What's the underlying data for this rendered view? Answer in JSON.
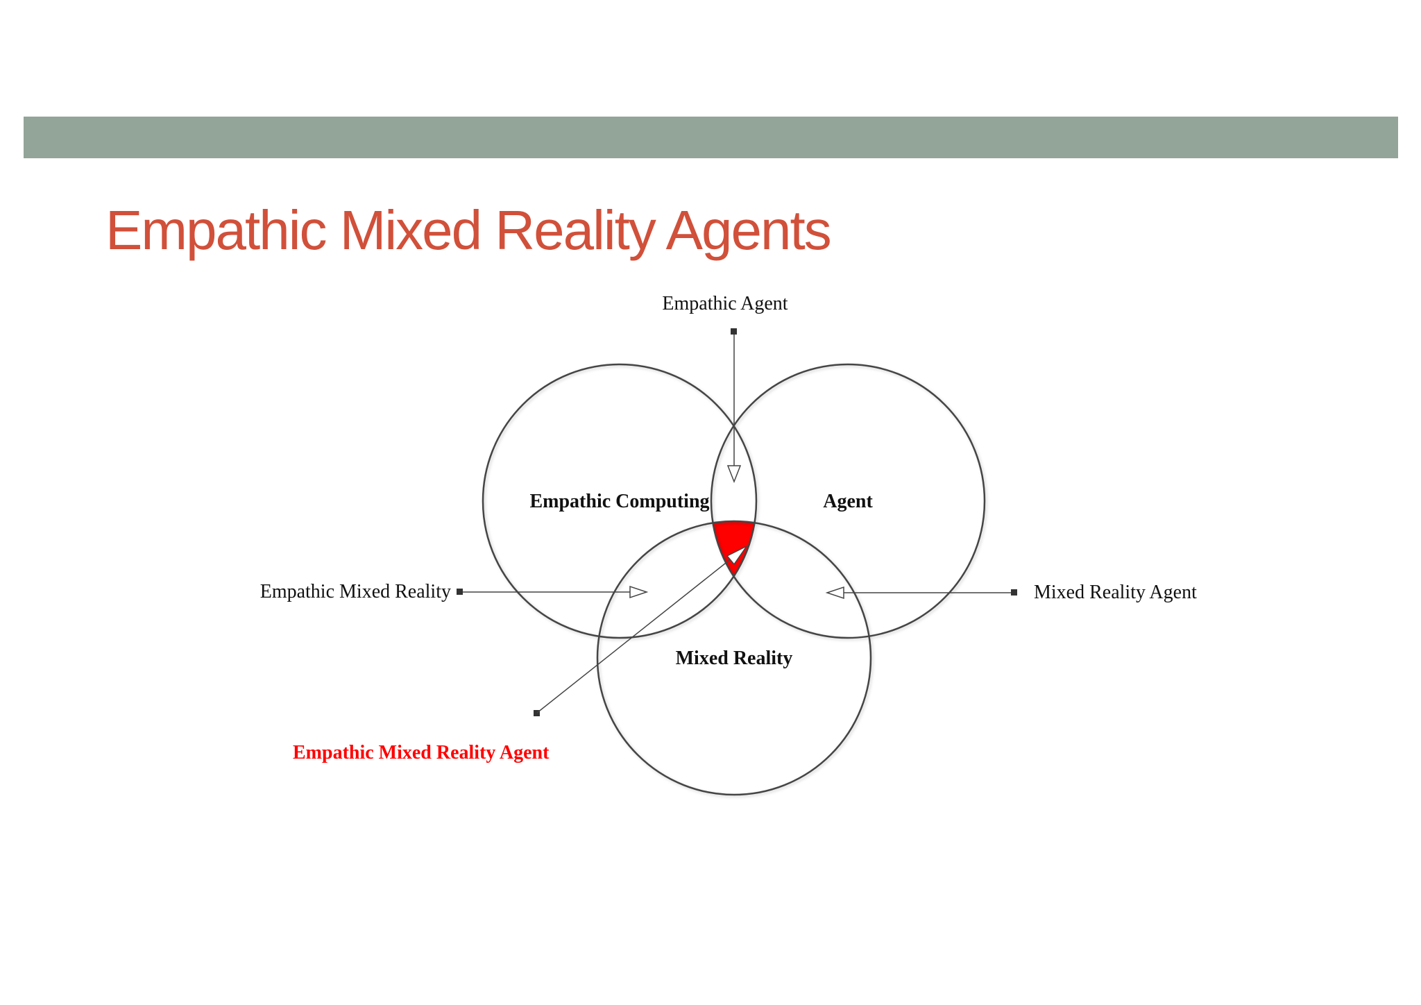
{
  "slide": {
    "title": "Empathic Mixed Reality Agents"
  },
  "diagram": {
    "sets": [
      {
        "id": "empathic-computing",
        "label": "Empathic Computing"
      },
      {
        "id": "agent",
        "label": "Agent"
      },
      {
        "id": "mixed-reality",
        "label": "Mixed Reality"
      }
    ],
    "callouts": {
      "empathic_agent": "Empathic Agent",
      "empathic_mixed_reality": "Empathic Mixed Reality",
      "mixed_reality_agent": "Mixed Reality Agent",
      "empathic_mixed_reality_agent": "Empathic Mixed Reality Agent"
    }
  },
  "colors": {
    "title": "#d1503a",
    "top_bar": "#93a499",
    "highlight": "#ff0000",
    "circle_stroke": "#444444",
    "text": "#111111"
  }
}
